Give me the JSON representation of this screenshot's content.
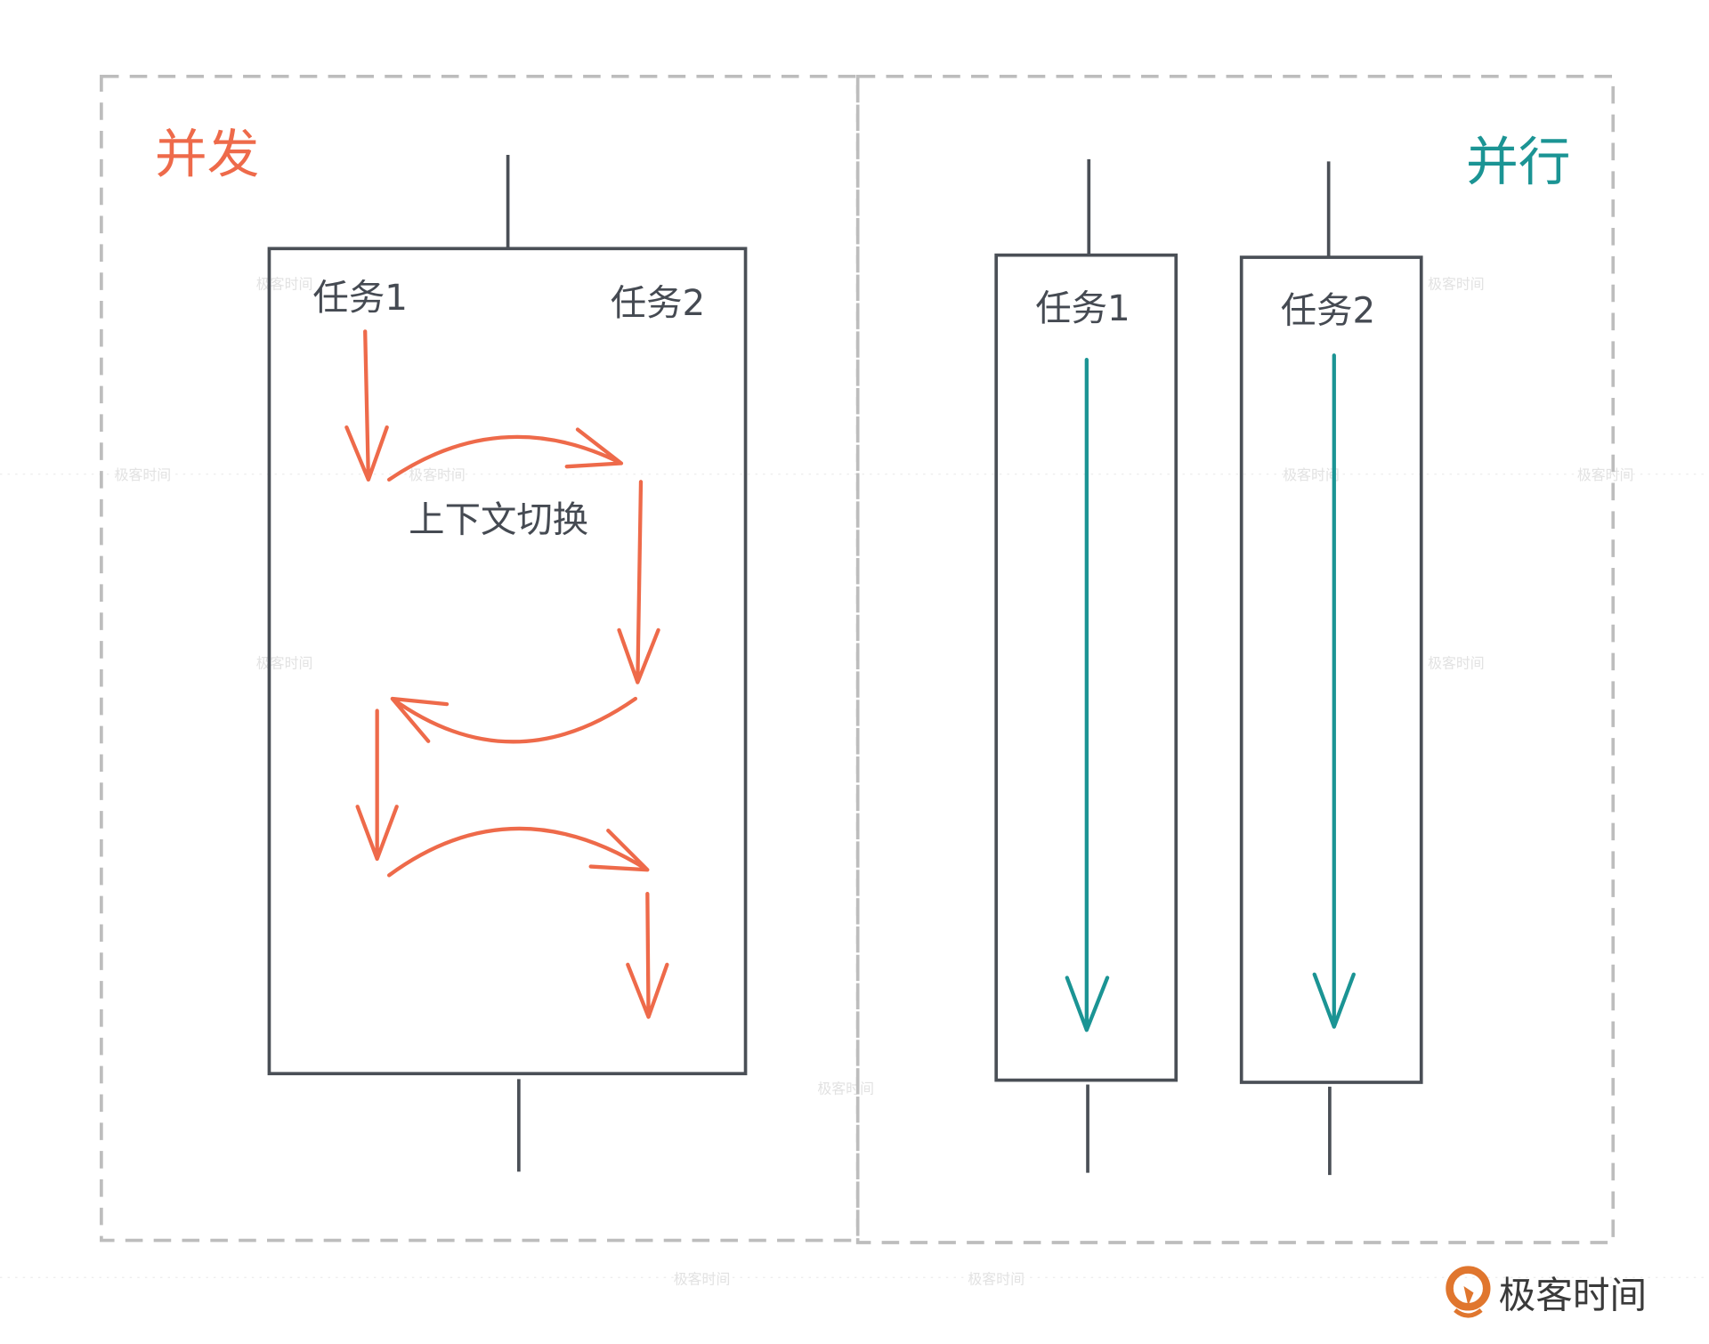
{
  "colors": {
    "concurrent": "#ee6a4a",
    "parallel": "#1b9494",
    "box": "#4a4f56",
    "dashed": "#bdbdbd"
  },
  "concurrent": {
    "title": "并发",
    "task1": "任务1",
    "task2": "任务2",
    "switch_label": "上下文切换"
  },
  "parallel": {
    "title": "并行",
    "task1": "任务1",
    "task2": "任务2"
  },
  "logo": {
    "text": "极客时间",
    "icon": "geektime-logo-icon"
  },
  "watermark": "极客时间"
}
